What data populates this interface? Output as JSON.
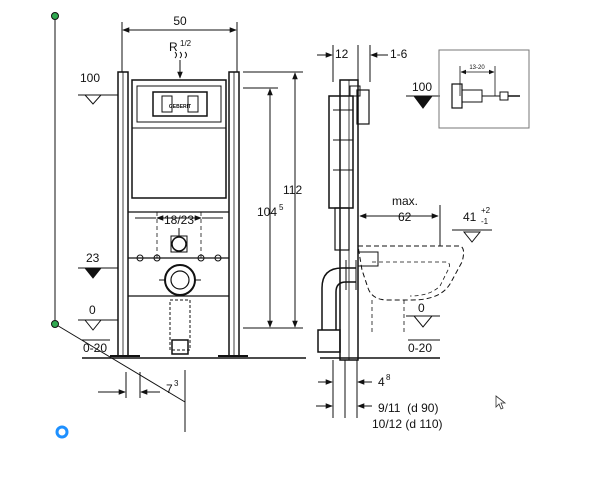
{
  "front": {
    "width": "50",
    "pipe_label": "R",
    "pipe_sup": "1/2",
    "height_outer": "112",
    "height_inner": "104",
    "height_inner_sup": "5",
    "spacing": "18/23",
    "level_100": "100",
    "level_23": "23",
    "level_0": "0",
    "floor": "0-20",
    "offset": "7",
    "offset_sup": "3",
    "brand": "GEBERIT"
  },
  "side": {
    "depth_12": "12",
    "depth_1_6": "1-6",
    "level_100": "100",
    "max_label": "max.",
    "reach": "62",
    "bowl_height": "41",
    "bowl_tol_top": "+2",
    "bowl_tol_bottom": "-1",
    "level_0": "0",
    "floor": "0-20",
    "gap": "4",
    "gap_sup": "8",
    "pipe_a": "9/11  (d 90)",
    "pipe_b": "10/12 (d 110)"
  },
  "detail": {
    "range": "13-20"
  },
  "colors": {
    "line": "#111111",
    "handle": "#2fa84f",
    "accent": "#1e90ff"
  }
}
